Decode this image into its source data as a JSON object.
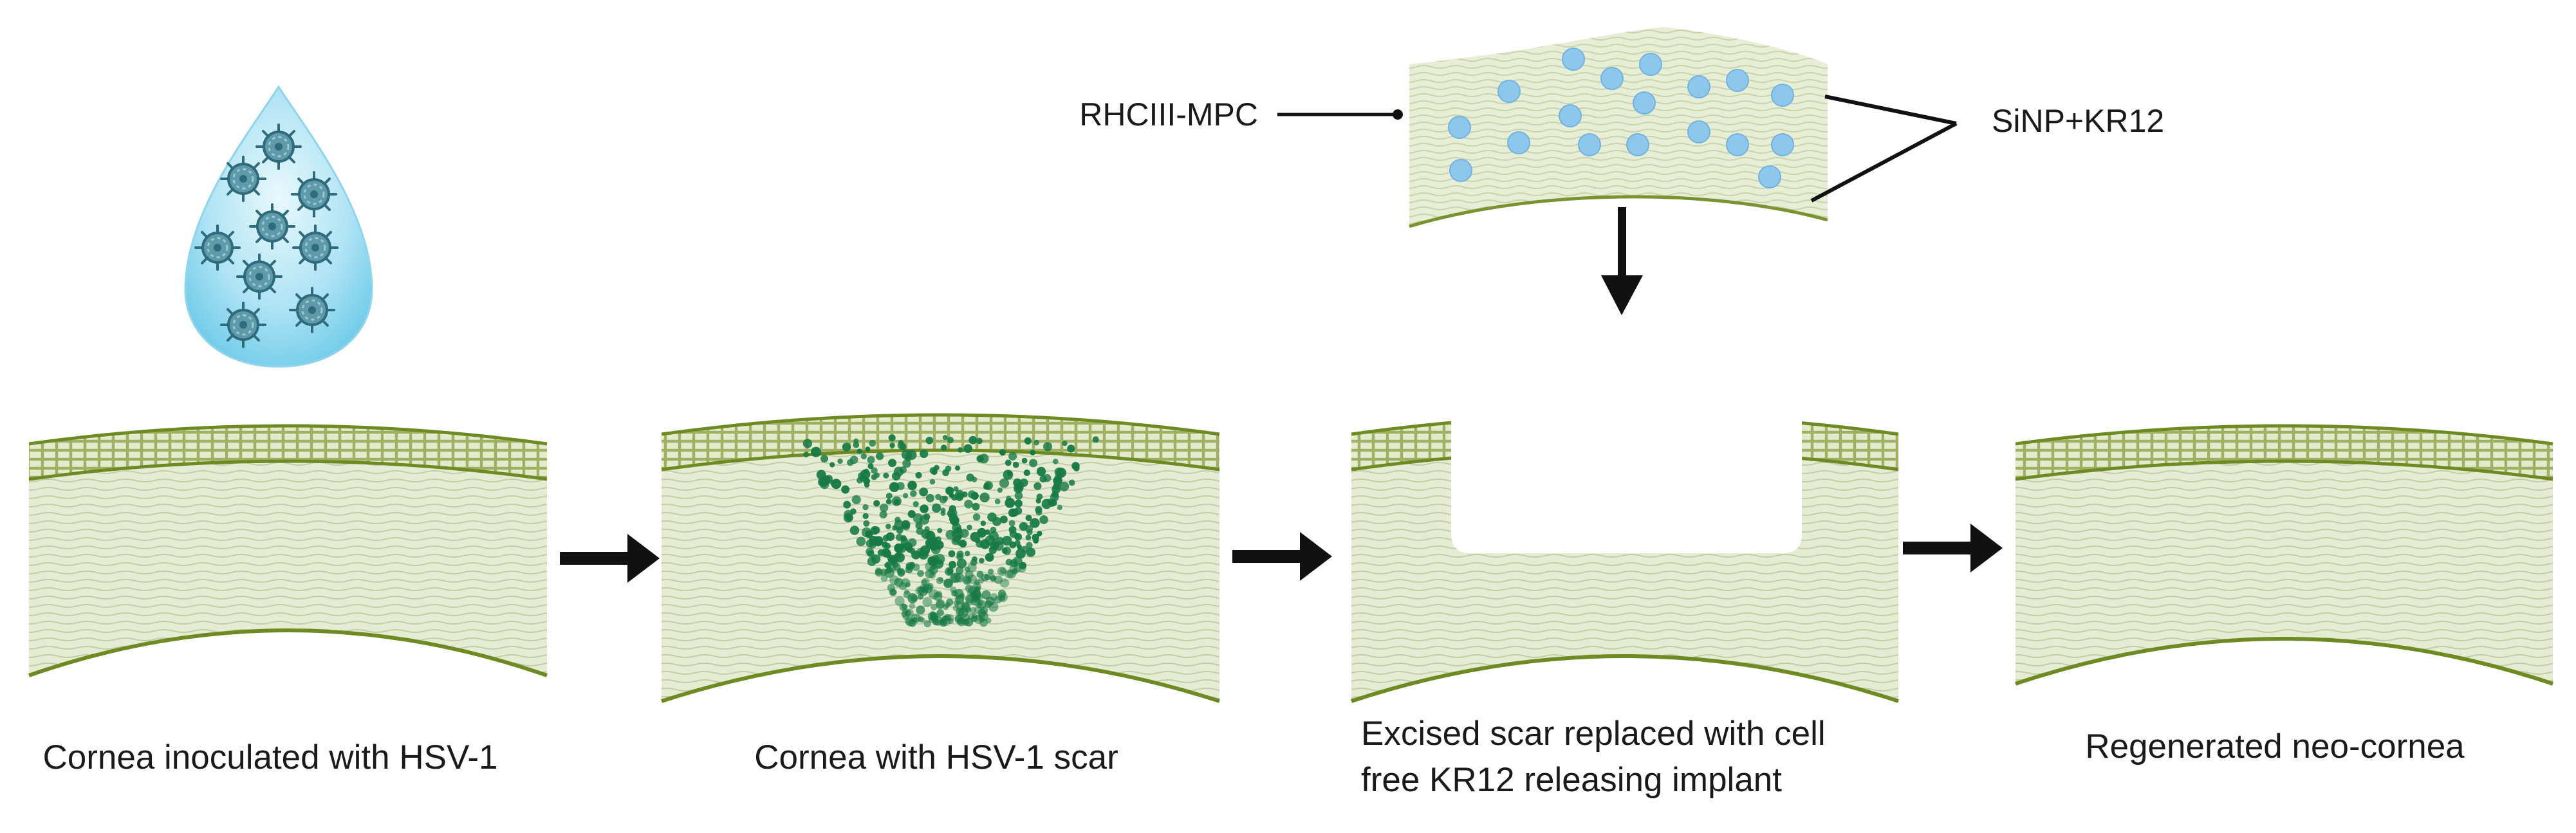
{
  "labels": {
    "hydrogel": "RHCIII-MPC",
    "nanoparticles": "SiNP+KR12"
  },
  "steps": [
    {
      "caption_lines": [
        "Cornea inoculated with HSV-1"
      ]
    },
    {
      "caption_lines": [
        "Cornea with HSV-1 scar"
      ]
    },
    {
      "caption_lines": [
        "Excised scar replaced with cell",
        "free KR12 releasing implant"
      ]
    },
    {
      "caption_lines": [
        "Regenerated neo-cornea"
      ]
    }
  ],
  "colors": {
    "stroma": "#e6ebd3",
    "stroma_line": "#b9c69a",
    "epithelium": "#a6b66a",
    "boundary": "#6e8a22",
    "scar": "#177a45",
    "nanoparticle": "#8ec6ec",
    "droplet": "#7fd0ec",
    "virus": "#3f7f92",
    "arrow": "#111111"
  },
  "icons": [
    "water-droplet-icon",
    "virus-icon",
    "arrow-right-icon",
    "arrow-down-icon"
  ]
}
